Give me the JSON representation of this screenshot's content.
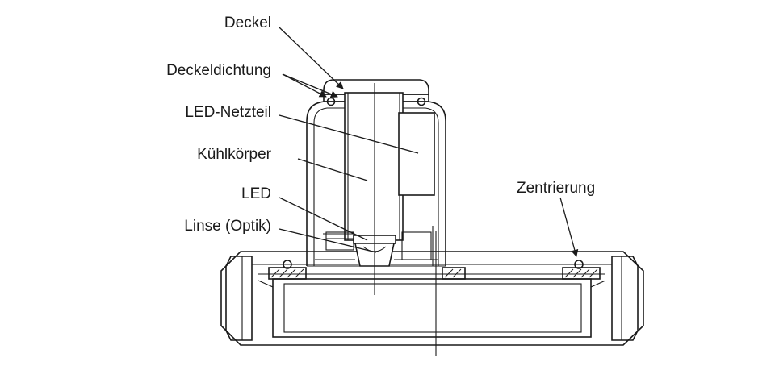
{
  "labels": {
    "deckel": "Deckel",
    "deckeldichtung": "Deckeldichtung",
    "led_netzteil": "LED-Netzteil",
    "kuehlkoerper": "Kühlkörper",
    "led": "LED",
    "linse": "Linse (Optik)",
    "zentrierung": "Zentrierung"
  }
}
